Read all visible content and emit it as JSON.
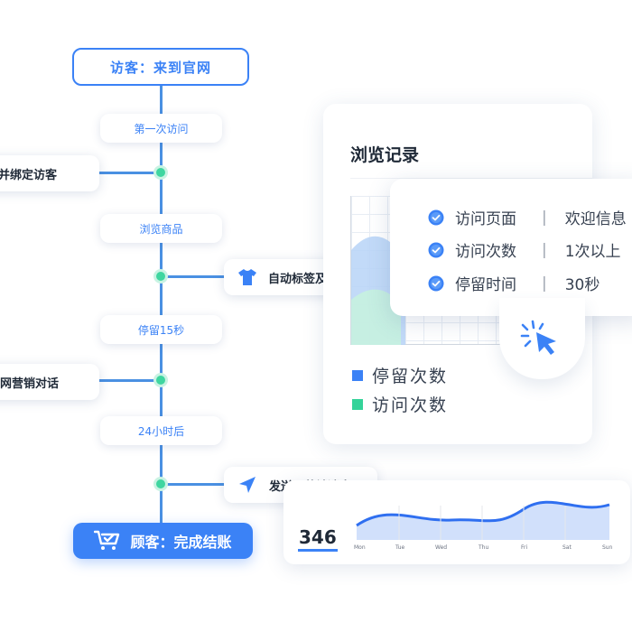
{
  "flow": {
    "start": "访客：来到官网",
    "steps": [
      "第一次访问",
      "浏览商品",
      "停留15秒",
      "24小时后"
    ],
    "actions": [
      {
        "label": "订阅并绑定访客",
        "icon": "none"
      },
      {
        "label": "自动标签及细分",
        "icon": "tshirt-icon"
      },
      {
        "label": "发官网营销对话",
        "icon": "none"
      },
      {
        "label": "发送再营销消息",
        "icon": "send-icon"
      }
    ],
    "end": "顾客：完成结账",
    "end_icon": "cart-check-icon"
  },
  "browse_card": {
    "title": "浏览记录",
    "legend": [
      {
        "label": "停留次数",
        "color": "#3b82f6"
      },
      {
        "label": "访问次数",
        "color": "#34d399"
      }
    ]
  },
  "info": {
    "rows": [
      {
        "key": "访问页面",
        "value": "欢迎信息"
      },
      {
        "key": "访问次数",
        "value": "1次以上"
      },
      {
        "key": "停留时间",
        "value": "30秒"
      }
    ]
  },
  "mini_chart": {
    "value": "346",
    "days": [
      "Mon",
      "Tue",
      "Wed",
      "Thu",
      "Fri",
      "Sat",
      "Sun"
    ]
  },
  "colors": {
    "primary": "#3b82f6",
    "accent": "#3fd6a0"
  }
}
